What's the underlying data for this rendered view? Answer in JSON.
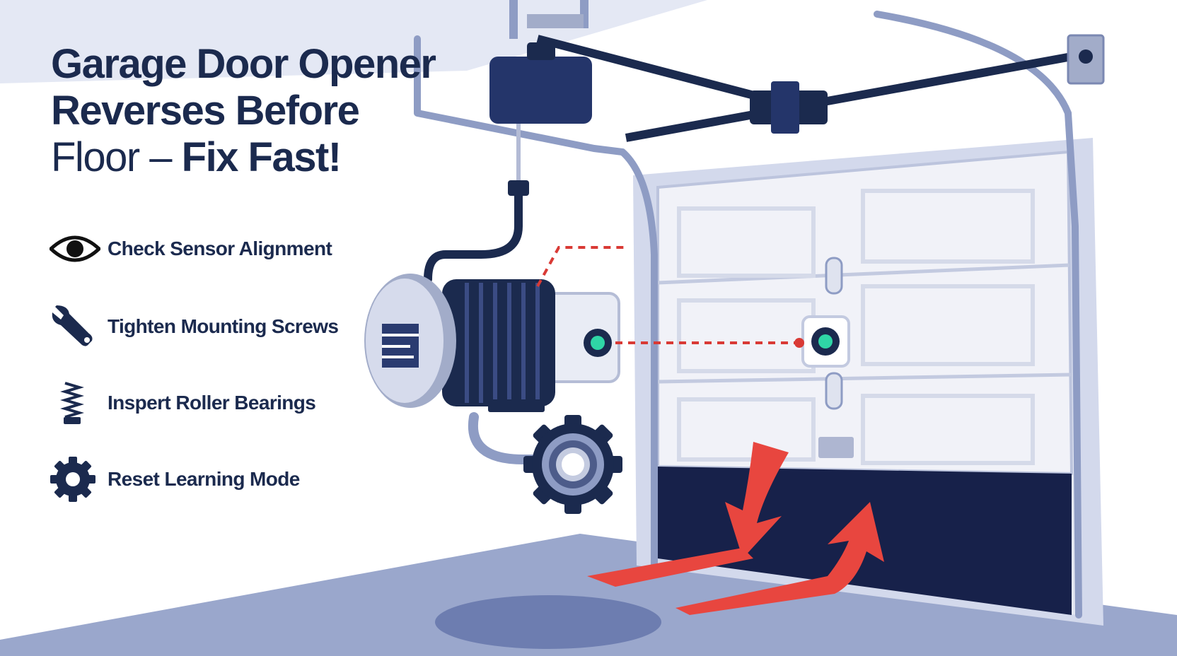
{
  "headline": {
    "line1": "Garage Door Opener",
    "line2": "Reverses Before",
    "line3_normal": "Floor – ",
    "line3_bold": "Fix Fast!"
  },
  "tips": [
    {
      "label": "Check Sensor Alignment",
      "icon": "eye-icon"
    },
    {
      "label": "Tighten Mounting Screws",
      "icon": "wrench-icon"
    },
    {
      "label": "Inspert Roller Bearings",
      "icon": "spring-icon"
    },
    {
      "label": "Reset Learning Mode",
      "icon": "gear-icon"
    }
  ],
  "colors": {
    "navy": "#1b2a4e",
    "steel": "#8e9cc4",
    "floor": "#9aa7cc",
    "warning_red": "#e8463f",
    "sensor_green": "#2fd6a6",
    "door_panel": "#eef0f8"
  }
}
